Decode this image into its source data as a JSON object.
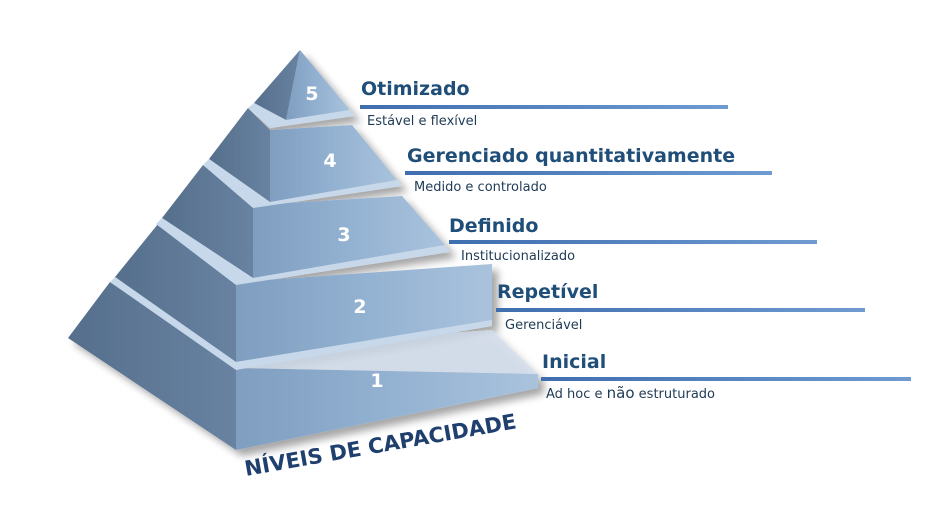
{
  "caption": "NÍVEIS DE CAPACIDADE",
  "levels": [
    {
      "number": "5",
      "title": "Otimizado",
      "description": "Estável e flexível"
    },
    {
      "number": "4",
      "title": "Gerenciado quantitativamente",
      "description": "Medido e controlado"
    },
    {
      "number": "3",
      "title": "Definido",
      "description": "Institucionalizado"
    },
    {
      "number": "2",
      "title": "Repetível",
      "description": "Gerenciável"
    },
    {
      "number": "1",
      "title": "Inicial",
      "description_parts": [
        "Ad hoc e ",
        "não",
        " estruturado"
      ]
    }
  ],
  "colors": {
    "front_face": "#8aa9cb",
    "front_face_light": "#a7c1db",
    "left_face": "#5d7896",
    "ledge": "#c7d8ea",
    "title_text": "#1f4e79",
    "underline": "#4f7fbf",
    "caption_text": "#1f3f6e"
  }
}
